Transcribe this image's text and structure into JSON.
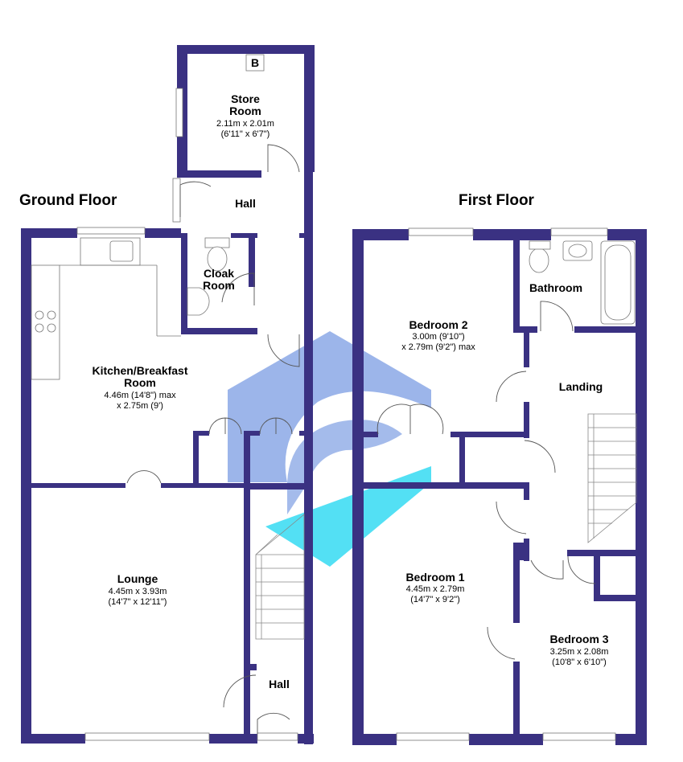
{
  "floors": {
    "ground": "Ground Floor",
    "first": "First Floor"
  },
  "rooms": {
    "store": {
      "name1": "Store",
      "name2": "Room",
      "dim1": "2.11m x 2.01m",
      "dim2": "(6'11\" x 6'7\")"
    },
    "boiler": "B",
    "hall_upper": "Hall",
    "cloak": {
      "name1": "Cloak",
      "name2": "Room"
    },
    "kitchen": {
      "name1": "Kitchen/Breakfast",
      "name2": "Room",
      "dim1": "4.46m (14'8\") max",
      "dim2": "x 2.75m (9')"
    },
    "lounge": {
      "name": "Lounge",
      "dim1": "4.45m x 3.93m",
      "dim2": "(14'7\" x 12'11\")"
    },
    "hall_lower": "Hall",
    "bedroom2": {
      "name": "Bedroom 2",
      "dim1": "3.00m (9'10\")",
      "dim2": "x 2.79m (9'2\") max"
    },
    "bathroom": "Bathroom",
    "landing": "Landing",
    "bedroom1": {
      "name": "Bedroom 1",
      "dim1": "4.45m x 2.79m",
      "dim2": "(14'7\" x 9'2\")"
    },
    "bedroom3": {
      "name": "Bedroom 3",
      "dim1": "3.25m x 2.08m",
      "dim2": "(10'8\" x 6'10\")"
    }
  },
  "colors": {
    "wall": "#3a3182",
    "watermark_blue": "#4a78d8",
    "watermark_cyan": "#19d6f0"
  }
}
